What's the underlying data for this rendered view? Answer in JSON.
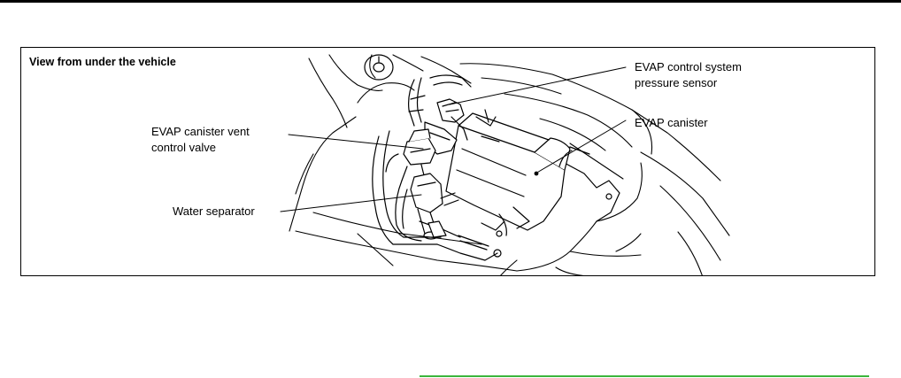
{
  "figure": {
    "caption": "View from under the vehicle",
    "labels": {
      "pressure_sensor": [
        "EVAP control system",
        "pressure sensor"
      ],
      "canister": [
        "EVAP canister"
      ],
      "vent_valve": [
        "EVAP canister vent",
        "control valve"
      ],
      "water_separator": [
        "Water separator"
      ]
    }
  },
  "colors": {
    "line_art": "#000000",
    "rule": "#000000",
    "link_rule": "#3cb53c"
  }
}
